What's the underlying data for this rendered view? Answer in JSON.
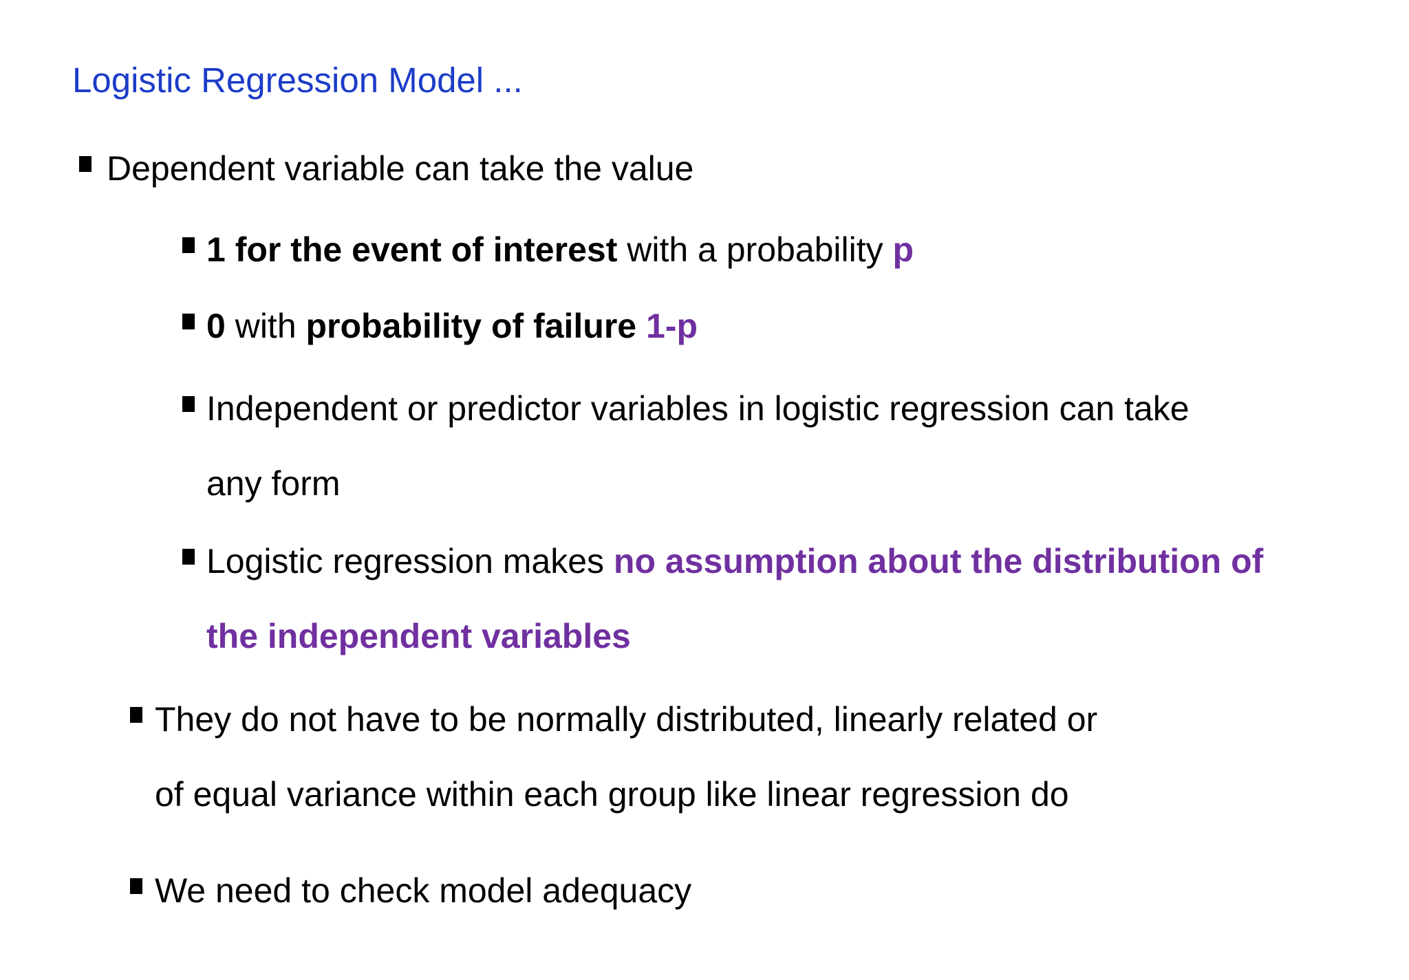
{
  "slide": {
    "title": "Logistic Regression Model ...",
    "colors": {
      "title_blue": "#1C3CC8",
      "accent_purple": "#7030A0",
      "body_text": "#000000",
      "background": "#FFFFFF"
    },
    "items": [
      {
        "level": 1,
        "lines": [
          [
            {
              "text": "Dependent variable can take the value",
              "style": "regular"
            }
          ]
        ]
      },
      {
        "level": 2,
        "lines": [
          [
            {
              "text": "1 for the event of interest",
              "style": "bold"
            },
            {
              "text": " with a probability ",
              "style": "regular"
            },
            {
              "text": "p",
              "style": "bold-purple"
            }
          ]
        ]
      },
      {
        "level": 2,
        "lines": [
          [
            {
              "text": "0",
              "style": "bold"
            },
            {
              "text": " with ",
              "style": "regular"
            },
            {
              "text": "probability of failure ",
              "style": "bold"
            },
            {
              "text": "1-p",
              "style": "bold-purple"
            }
          ]
        ]
      },
      {
        "level": 2,
        "lines": [
          [
            {
              "text": "Independent or predictor variables in logistic regression can take",
              "style": "regular"
            }
          ],
          [
            {
              "text": "any form",
              "style": "regular"
            }
          ]
        ]
      },
      {
        "level": 2,
        "lines": [
          [
            {
              "text": "Logistic regression makes ",
              "style": "regular"
            },
            {
              "text": "no assumption about the distribution of",
              "style": "bold-purple"
            }
          ],
          [
            {
              "text": "the independent variables",
              "style": "bold-purple"
            }
          ]
        ]
      },
      {
        "level": 2,
        "lines": [
          [
            {
              "text": "They do not have to be normally distributed, linearly related or",
              "style": "regular"
            }
          ],
          [
            {
              "text": "of equal variance within each group like linear regression do",
              "style": "regular"
            }
          ]
        ]
      },
      {
        "level": 2,
        "lines": [
          [
            {
              "text": "We need to check model adequacy",
              "style": "regular"
            }
          ]
        ]
      }
    ]
  }
}
